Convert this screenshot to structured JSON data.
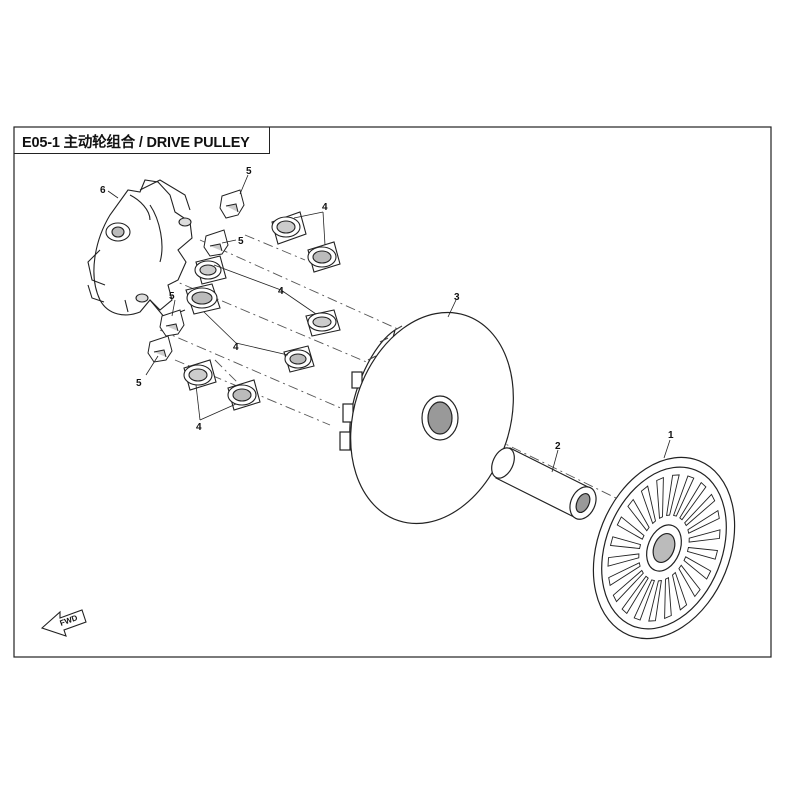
{
  "title": "E05-1 主动轮组合 / DRIVE PULLEY",
  "direction_label": "FWD",
  "callouts": {
    "c1": "1",
    "c2": "2",
    "c3": "3",
    "c4a": "4",
    "c4b": "4",
    "c4c": "4",
    "c4d": "4",
    "c5a": "5",
    "c5b": "5",
    "c5c": "5",
    "c5d": "5",
    "c6": "6"
  }
}
